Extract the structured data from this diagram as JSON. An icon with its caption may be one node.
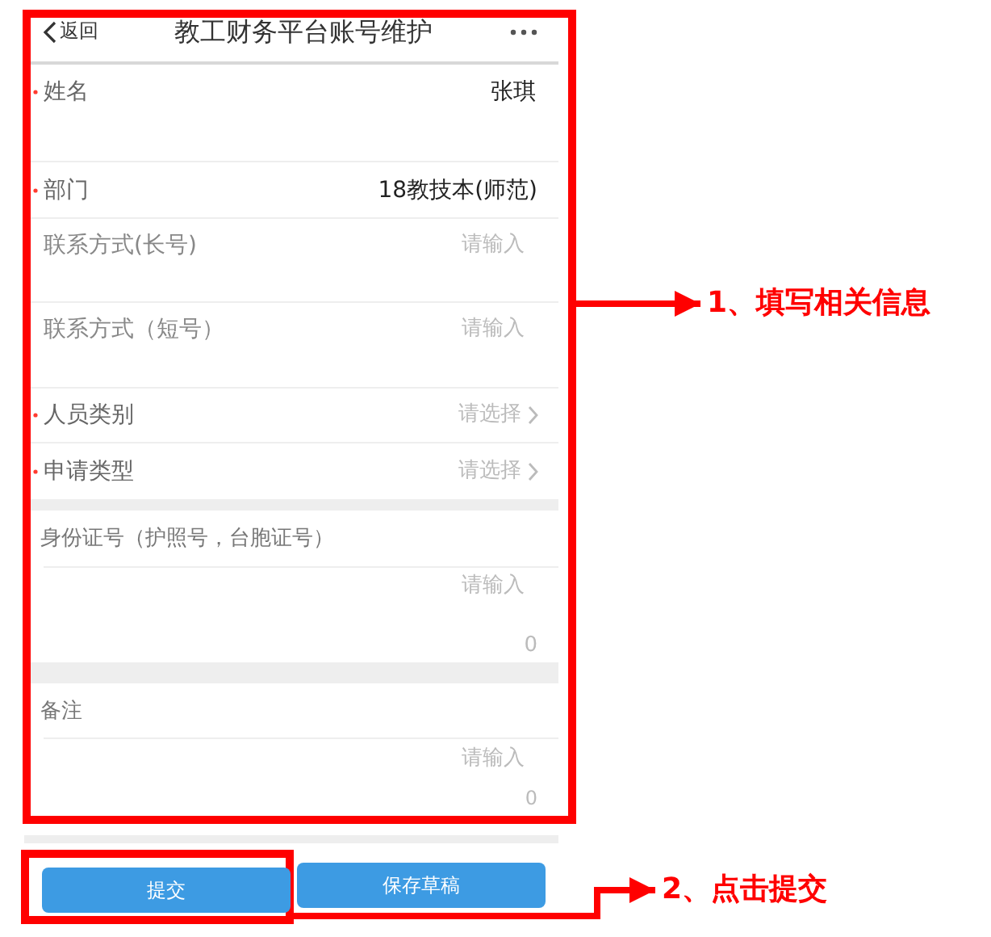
{
  "diagram": {
    "nodes": [
      {
        "text": [],
        "shape": "box"
      },
      {
        "text": [
          "1、填写相关信息"
        ]
      },
      {
        "text": [],
        "shape": "box"
      },
      {
        "text": [
          "提交"
        ],
        "in": 2
      },
      {
        "text": [
          "保存草稿"
        ]
      },
      {
        "text": [
          "2、点击提交"
        ]
      }
    ],
    "edges": [
      {
        "from": 0,
        "to": 1,
        "arrow": "to"
      },
      {
        "from": 2,
        "to": 5,
        "arrow": "to"
      }
    ],
    "labels": [
      "返回",
      "教工财务平台账号维护",
      "姓名",
      "张琪",
      "部门",
      "18教技本(师范)",
      "联系方式(长号)",
      "请输入",
      "联系方式（短号）",
      "请输入",
      "人员类别",
      "请选择",
      "申请类型",
      "请选择",
      "身份证号（护照号，台胞证号）",
      "请输入",
      "0",
      "备注",
      "请输入",
      "0"
    ]
  }
}
